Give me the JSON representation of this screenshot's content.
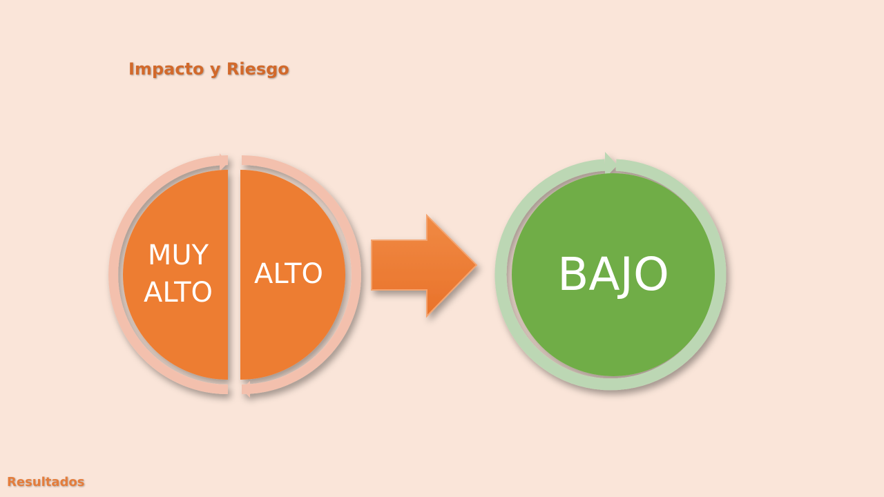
{
  "title": "Impacto y Riesgo",
  "footer": "Resultados",
  "before": {
    "segments": [
      {
        "lines": [
          "MUY",
          "ALTO"
        ]
      },
      {
        "lines": [
          "ALTO"
        ]
      }
    ]
  },
  "after": {
    "label": "BAJO"
  },
  "colors": {
    "background": "#fae5d9",
    "orange": "#ed7d31",
    "orange_ring": "#f3c0ad",
    "green": "#70ad47",
    "green_ring": "#bcd7b4",
    "title": "#d2692b",
    "footer": "#e47d3c"
  }
}
